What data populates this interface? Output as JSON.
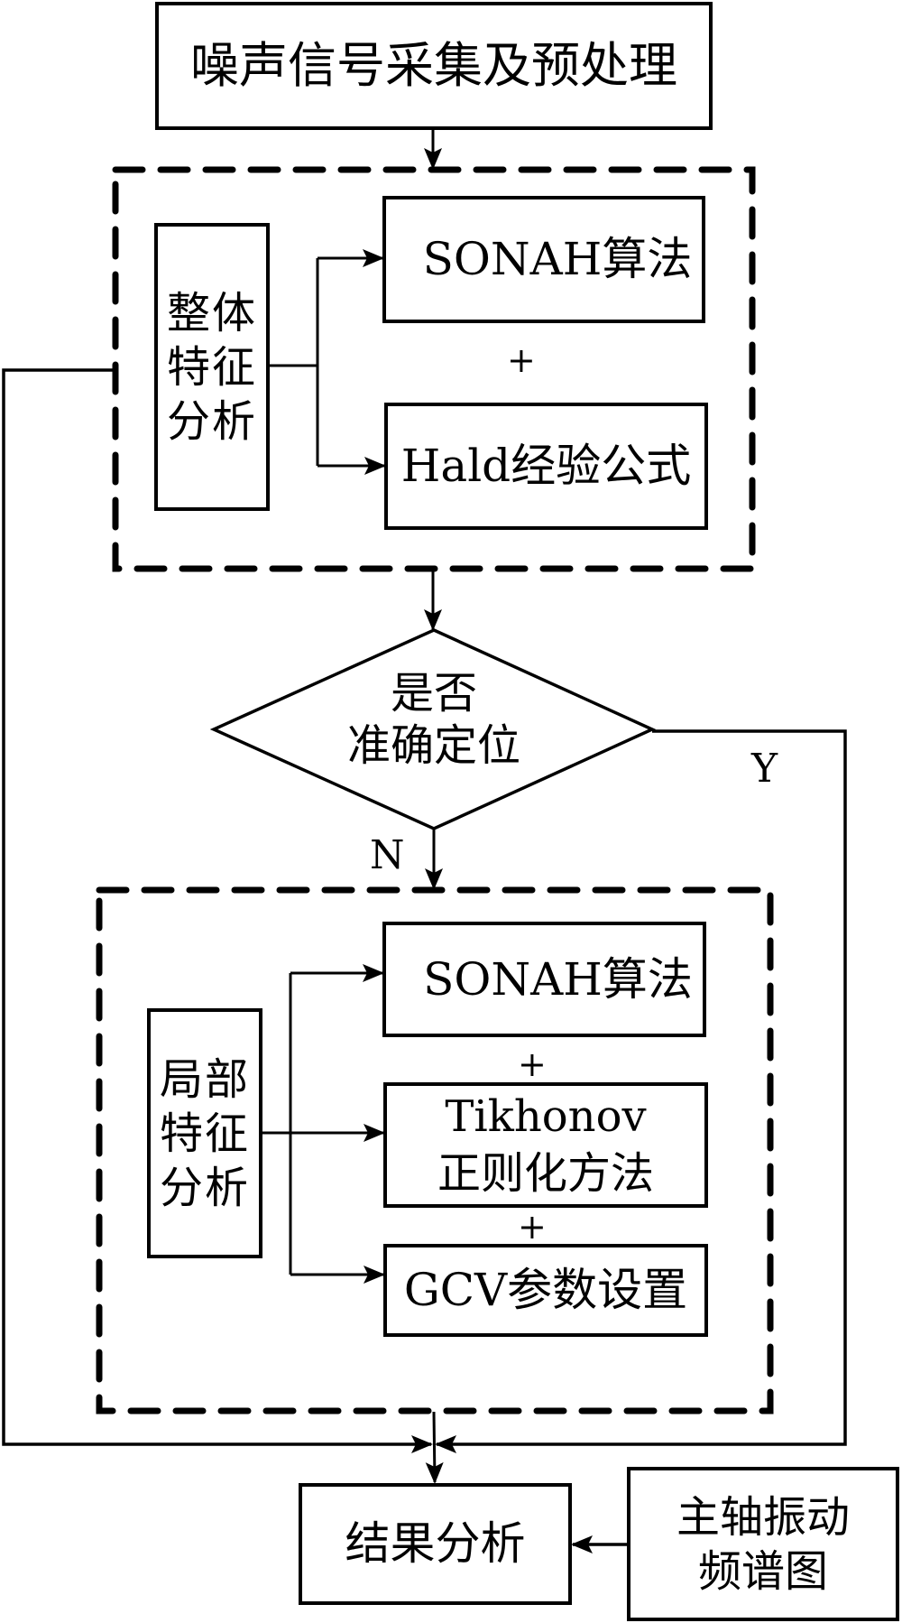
{
  "diagram": {
    "nodes": {
      "acquisition": "噪声信号采集及预处理",
      "global_analysis": "整体\n特征\n分析",
      "global_sonah": "SONAH算法",
      "global_plus": "+",
      "hald": "Hald经验公式",
      "decision": "是否\n准确定位",
      "decision_yes": "Y",
      "decision_no": "N",
      "local_analysis": "局部\n特征\n分析",
      "local_sonah": "SONAH算法",
      "local_plus_1": "+",
      "tikhonov": "Tikhonov\n正则化方法",
      "local_plus_2": "+",
      "gcv": "GCV参数设置",
      "result": "结果分析",
      "spindle": "主轴振动\n频谱图"
    },
    "colors": {
      "stroke": "#000000",
      "background": "#ffffff"
    }
  }
}
